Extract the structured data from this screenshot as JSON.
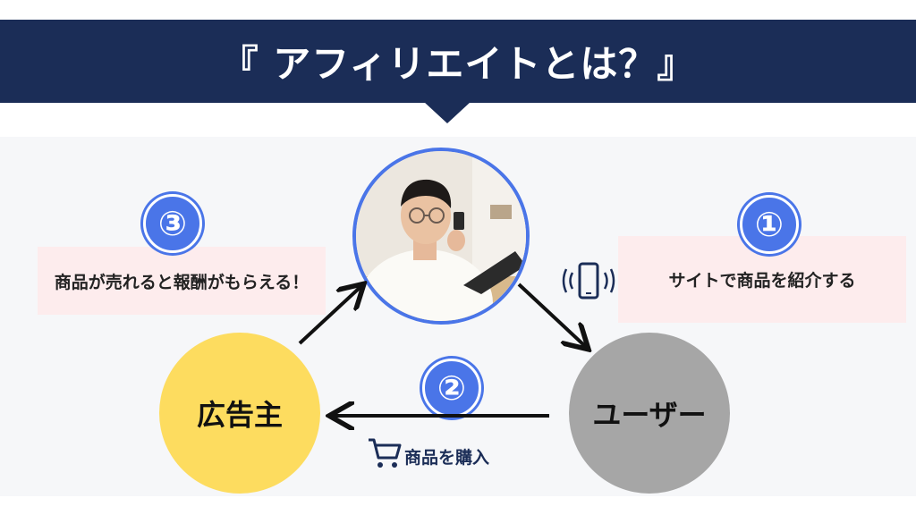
{
  "header": {
    "title": "『 アフィリエイトとは？』"
  },
  "steps": [
    {
      "number": "③",
      "text": "商品が売れると報酬がもらえる！"
    },
    {
      "number": "①",
      "text": "サイトで商品を紹介する"
    },
    {
      "number": "②",
      "text": "商品を購入"
    }
  ],
  "nodes": {
    "advertiser": "広告主",
    "user": "ユーザー"
  },
  "icons": {
    "phone": "smartphone-vibrating-icon",
    "cart": "shopping-cart-icon"
  },
  "colors": {
    "header": "#1b2d57",
    "accent": "#4a75e8",
    "advertiser": "#fddc5f",
    "user": "#a6a6a6",
    "note_bg": "#fdeced"
  }
}
